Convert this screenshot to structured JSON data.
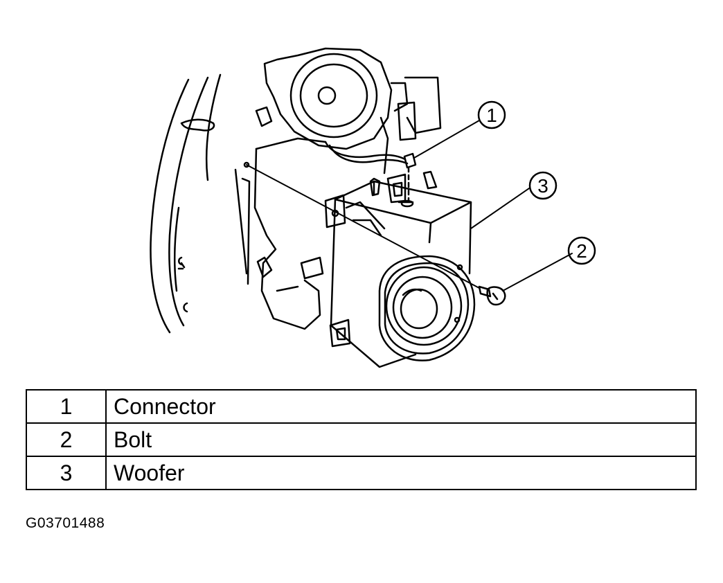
{
  "callouts": [
    {
      "number": "1"
    },
    {
      "number": "2"
    },
    {
      "number": "3"
    }
  ],
  "legend": [
    {
      "number": "1",
      "name": "Connector"
    },
    {
      "number": "2",
      "name": "Bolt"
    },
    {
      "number": "3",
      "name": "Woofer"
    }
  ],
  "figure_id": "G03701488"
}
